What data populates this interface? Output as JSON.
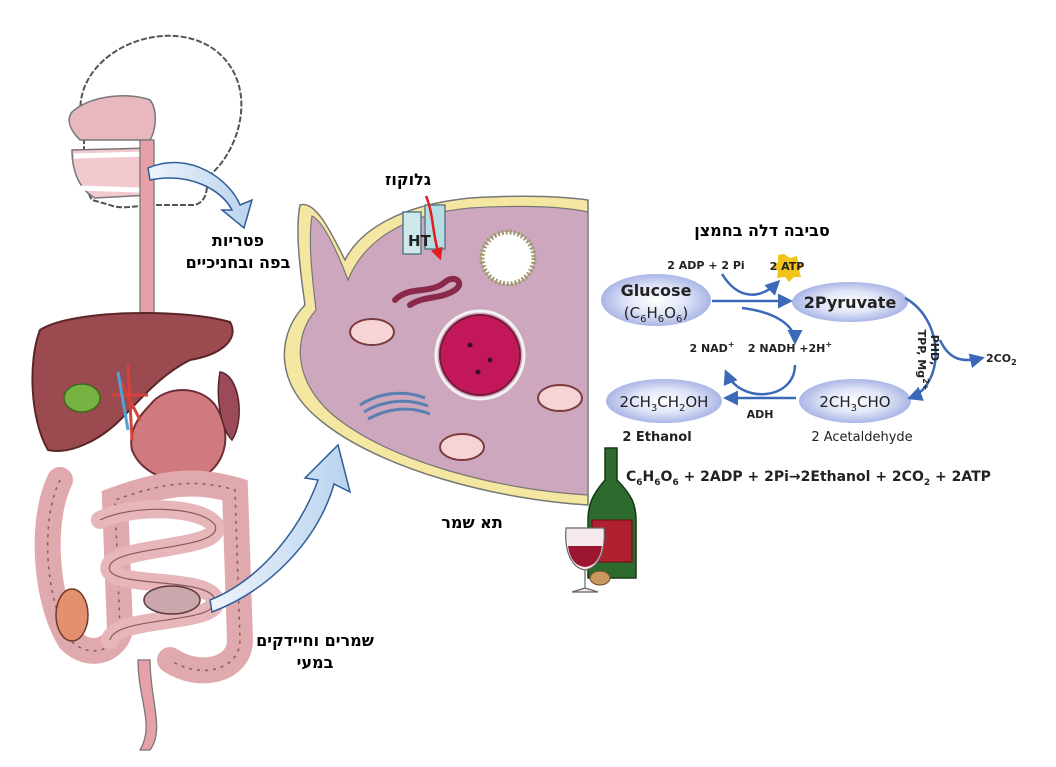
{
  "labels": {
    "mouth": [
      "פטריות",
      "בפה ובחניכיים"
    ],
    "gut": [
      "שמרים וחיידקים",
      "במעי"
    ],
    "glucose_heb": "גלוקוז",
    "ht": "HT",
    "cell": "תא שמר",
    "env": "סביבה דלה בחמצן"
  },
  "pathway": {
    "glucose": "Glucose",
    "glucose_formula": {
      "pre": "(C",
      "s1": "6",
      "m1": "H",
      "s2": "6",
      "m2": "O",
      "s3": "6",
      "post": ")"
    },
    "adp": "2 ADP + 2 Pi",
    "atp": "2 ATP",
    "pyruvate": "2Pyruvate",
    "nad": {
      "base": "2 NAD",
      "sup": "+"
    },
    "nadh": {
      "base": "2 NADH +2H",
      "sup": "+"
    },
    "ethanol_formula": {
      "a": "2CH",
      "s1": "3",
      "b": "CH",
      "s2": "2",
      "c": "OH"
    },
    "adh": "ADH",
    "acetaldehyde_formula": {
      "a": "2CH",
      "s1": "3",
      "b": "CHO"
    },
    "ethanol": "2 Ethanol",
    "acetaldehyde": "2 Acetaldehyde",
    "cofactor": {
      "line1": "PHD,",
      "line2a": "TPP, Mg",
      "line2sup": "2+"
    },
    "co2": {
      "a": "2CO",
      "sub": "2"
    },
    "equation": {
      "a": "C",
      "s1": "6",
      "b": "H",
      "s2": "6",
      "c": "O",
      "s3": "6",
      "d": " + 2ADP + 2Pi→2Ethanol + 2CO",
      "s4": "2",
      "e": " + 2ATP"
    }
  },
  "colors": {
    "arrow_blue": "#3b69b8",
    "cell_fill": "#cda7bd",
    "cell_wall": "#f4e7a2",
    "nucleus": "#c2185b",
    "atp_star": "#f2c318",
    "ellipse_blue": "#c6cef0"
  }
}
